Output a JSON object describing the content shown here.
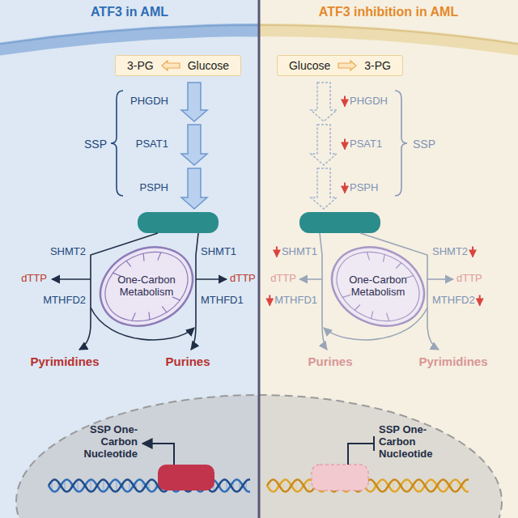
{
  "diagram": {
    "nodes": [
      {
        "text": [
          "ATF3 in AML"
        ]
      },
      {
        "text": [
          "3-PG",
          "Glucose"
        ],
        "in": 0
      },
      {
        "text": [
          "One-Carbon Metabolism"
        ],
        "in": 0
      },
      {
        "text": [
          "ATF3 inhibition in AML"
        ]
      },
      {
        "text": [
          "Glucose",
          "3-PG"
        ],
        "in": 3
      },
      {
        "text": [
          "One-Carbon Metabolism"
        ],
        "in": 3
      }
    ],
    "labels": [
      "PHGDH",
      "PSAT1",
      "PSPH",
      "SSP",
      "SHMT2",
      "SHMT1",
      "dTTP",
      "MTHFD2",
      "dTTP",
      "MTHFD1",
      "Pyrimidines",
      "Purines",
      "SSP One-Carbon Nucleotide",
      "PHGDH",
      "PSAT1",
      "PSPH",
      "SSP",
      "SHMT1",
      "SHMT2",
      "dTTP",
      "MTHFD1",
      "dTTP",
      "MTHFD2",
      "Purines",
      "Pyrimidines",
      "SSP One-Carbon Nucleotide"
    ]
  }
}
